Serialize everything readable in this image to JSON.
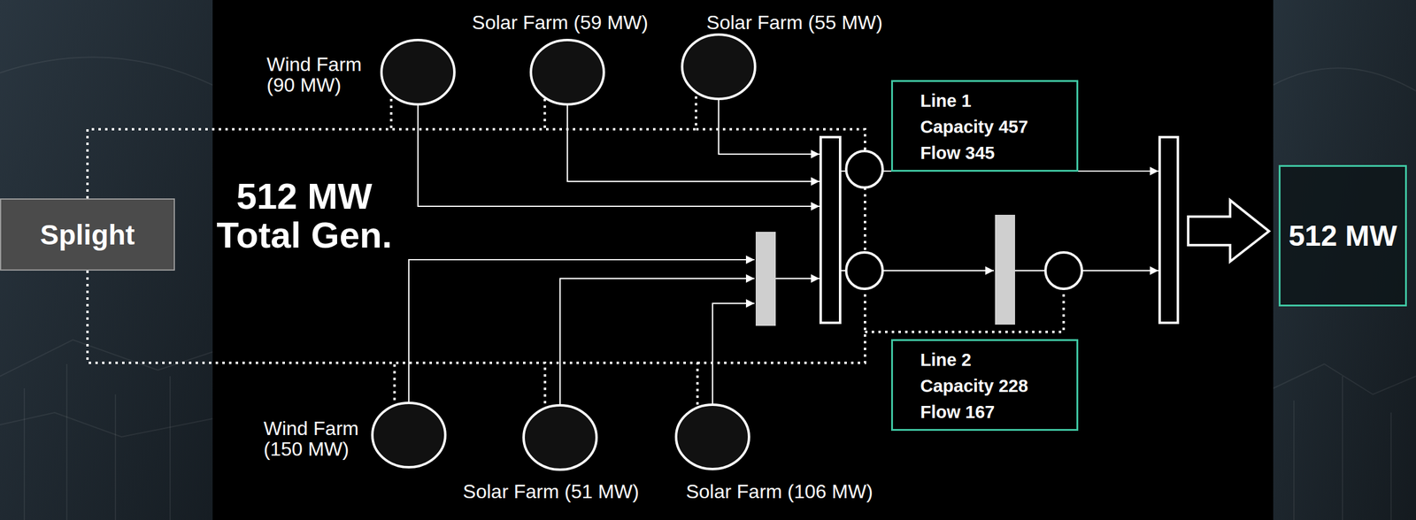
{
  "diagram": {
    "nodes": [
      {
        "text": [
          "Splight"
        ]
      },
      {
        "text": [
          "Wind Farm (90 MW)"
        ]
      },
      {
        "text": [
          "Solar Farm (59 MW)"
        ]
      },
      {
        "text": [
          "Solar Farm (55 MW)"
        ]
      },
      {
        "text": [
          "Wind Farm (150 MW)"
        ]
      },
      {
        "text": [
          "Solar Farm (51 MW)"
        ]
      },
      {
        "text": [
          "Solar Farm (106 MW)"
        ]
      },
      {
        "text": [
          "Line 1",
          "Capacity 457",
          "Flow 345"
        ]
      },
      {
        "text": [
          "Line 2",
          "Capacity 228",
          "Flow 167"
        ]
      },
      {
        "text": [
          "512 MW"
        ]
      }
    ],
    "edges": [
      {
        "from": 0,
        "to": 1,
        "arrow": "none"
      },
      {
        "from": 0,
        "to": 2,
        "arrow": "none"
      },
      {
        "from": 0,
        "to": 3,
        "arrow": "none"
      },
      {
        "from": 0,
        "to": 4,
        "arrow": "none"
      },
      {
        "from": 0,
        "to": 5,
        "arrow": "none"
      },
      {
        "from": 0,
        "to": 6,
        "arrow": "none"
      }
    ],
    "labels": [
      "512 MW Total Gen."
    ]
  }
}
